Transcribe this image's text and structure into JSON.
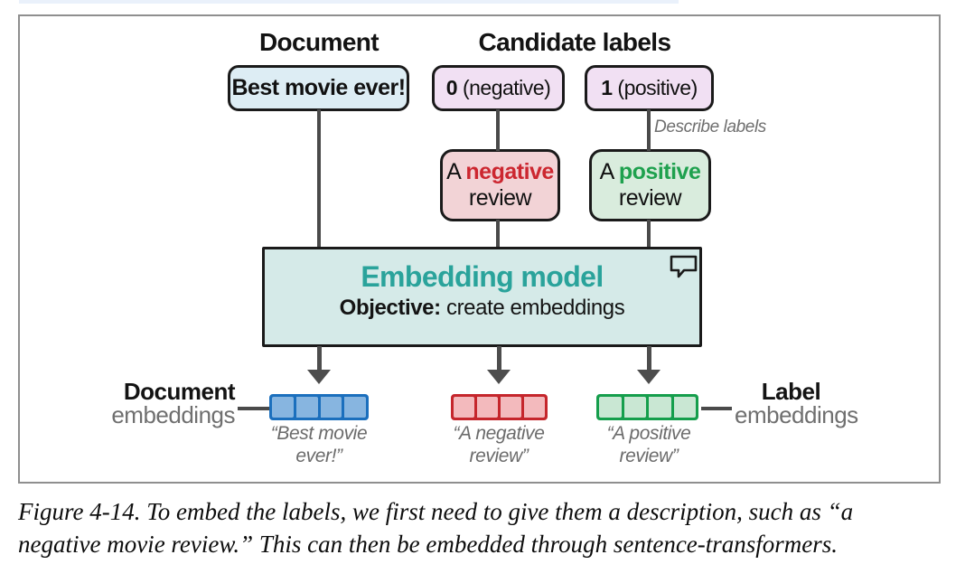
{
  "figure": {
    "headers": {
      "document": "Document",
      "candidate_labels": "Candidate labels"
    },
    "document_box": "Best movie ever!",
    "label_boxes": {
      "negative": {
        "value": "0",
        "name": " (negative)"
      },
      "positive": {
        "value": "1",
        "name": " (positive)"
      }
    },
    "describe_labels_note": "Describe labels",
    "review_boxes": {
      "negative": {
        "prefix": "A ",
        "keyword": "negative",
        "suffix": "review"
      },
      "positive": {
        "prefix": "A ",
        "keyword": "positive",
        "suffix": "review"
      }
    },
    "embedding_model": {
      "title": "Embedding model",
      "objective_label": "Objective:",
      "objective_text": " create embeddings"
    },
    "outputs": {
      "document_label_line1": "Document",
      "document_label_line2": "embeddings",
      "label_label_line1": "Label",
      "label_label_line2": "embeddings",
      "quotes": {
        "document": {
          "line1": "“Best movie",
          "line2": "ever!”"
        },
        "negative": {
          "line1": "“A negative",
          "line2": "review”"
        },
        "positive": {
          "line1": "“A positive",
          "line2": "review”"
        }
      }
    }
  },
  "caption": {
    "line1": "Figure 4-14. To embed the labels, we first need to give them a description, such as “a",
    "line2": "negative movie review.” This can then be embedded through sentence-transformers."
  },
  "colors": {
    "document_box_fill": "#ddedf4",
    "label_box_fill": "#f1e0f3",
    "negative_review_fill": "#f2d3d6",
    "positive_review_fill": "#d9ecdd",
    "negative_text": "#cc2730",
    "positive_text": "#1fa14e",
    "embedding_box_fill": "#d5eae8",
    "embedding_title_text": "#2aa39b",
    "vector_blue_border": "#1b6fbd",
    "vector_blue_fill": "#87b5e0",
    "vector_red_border": "#c5262c",
    "vector_red_fill": "#f3babd",
    "vector_green_border": "#159e4c",
    "vector_green_fill": "#c9e7d3",
    "connector": "#4a4a4a",
    "muted_text": "#6f6f6f"
  }
}
